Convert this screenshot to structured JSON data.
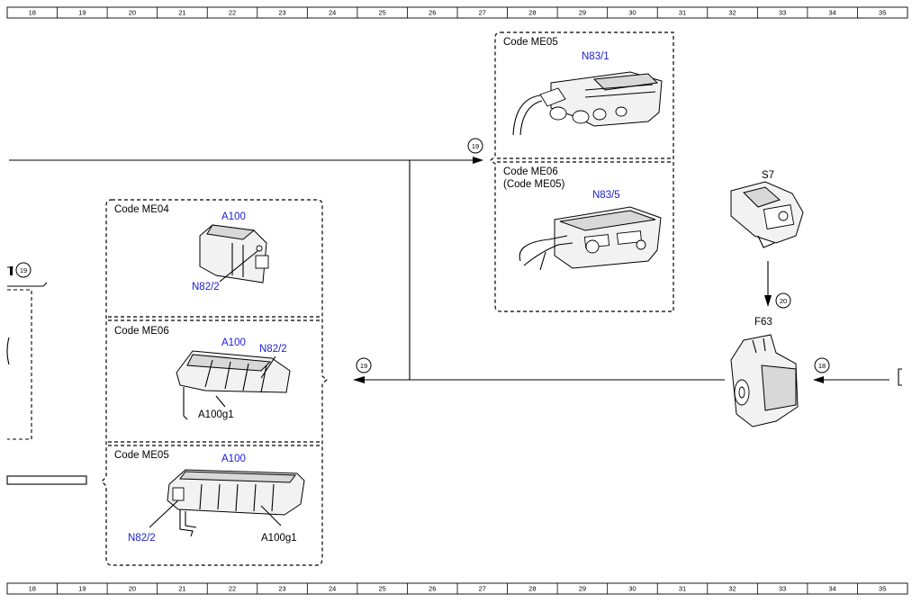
{
  "ruler": {
    "numbers": [
      "18",
      "19",
      "20",
      "21",
      "22",
      "23",
      "24",
      "25",
      "26",
      "27",
      "28",
      "29",
      "30",
      "31",
      "32",
      "33",
      "34",
      "35"
    ]
  },
  "colors": {
    "component_label": "#1a1ad8",
    "text": "#000000",
    "line": "#000000"
  },
  "groups": {
    "top_right": {
      "me05": {
        "code": "Code ME05",
        "part": "N83/1"
      },
      "me06": {
        "code": "Code ME06",
        "alt_code": "(Code ME05)",
        "part": "N83/5"
      }
    },
    "left": {
      "me04": {
        "code": "Code ME04",
        "part_a": "A100",
        "part_b": "N82/2"
      },
      "me06": {
        "code": "Code ME06",
        "part_a": "A100",
        "part_b": "N82/2",
        "part_c": "A100g1"
      },
      "me05": {
        "code": "Code ME05",
        "part_a": "A100",
        "part_b": "N82/2",
        "part_c": "A100g1"
      }
    }
  },
  "components": {
    "s7": "S7",
    "f63": "F63"
  },
  "refs": {
    "ref_top": "19",
    "ref_left_edge": "19",
    "ref_mid_line": "19",
    "ref_vertical": "20",
    "ref_right": "18"
  }
}
